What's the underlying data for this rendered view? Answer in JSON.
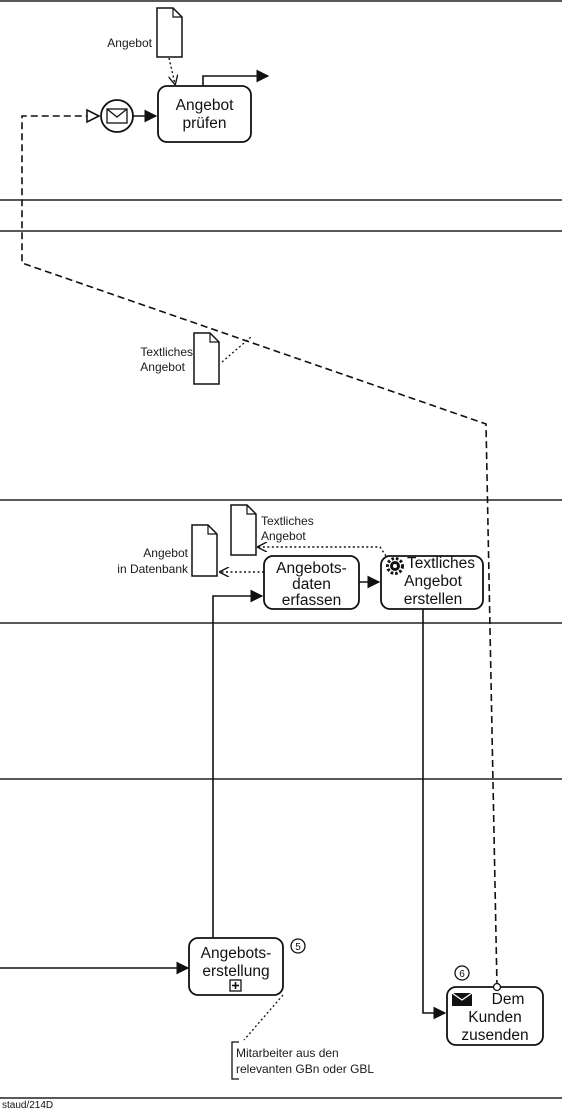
{
  "diagram": {
    "data_objects": {
      "angebot": "Angebot",
      "textliches_angebot_1": "Textliches",
      "textliches_angebot_2": "Angebot",
      "db_1": "Angebot",
      "db_2": "in Datenbank",
      "textliches_angebot_out_1": "Textliches",
      "textliches_angebot_out_2": "Angebot"
    },
    "tasks": {
      "angebot_pruefen_1": "Angebot",
      "angebot_pruefen_2": "prüfen",
      "angebotsdaten_1": "Angebots-",
      "angebotsdaten_2": "daten",
      "angebotsdaten_3": "erfassen",
      "textliches_1": "Textliches",
      "textliches_2": "Angebot",
      "textliches_3": "erstellen",
      "angebotserstellung_1": "Angebots-",
      "angebotserstellung_2": "erstellung",
      "senden_1": "Dem",
      "senden_2": "Kunden",
      "senden_3": "zusenden"
    },
    "markers": {
      "five": "5",
      "six": "6"
    },
    "annotation": {
      "line1": "Mitarbeiter aus den",
      "line2": "relevanten GBn oder GBL"
    },
    "footer": "staud/214D"
  }
}
